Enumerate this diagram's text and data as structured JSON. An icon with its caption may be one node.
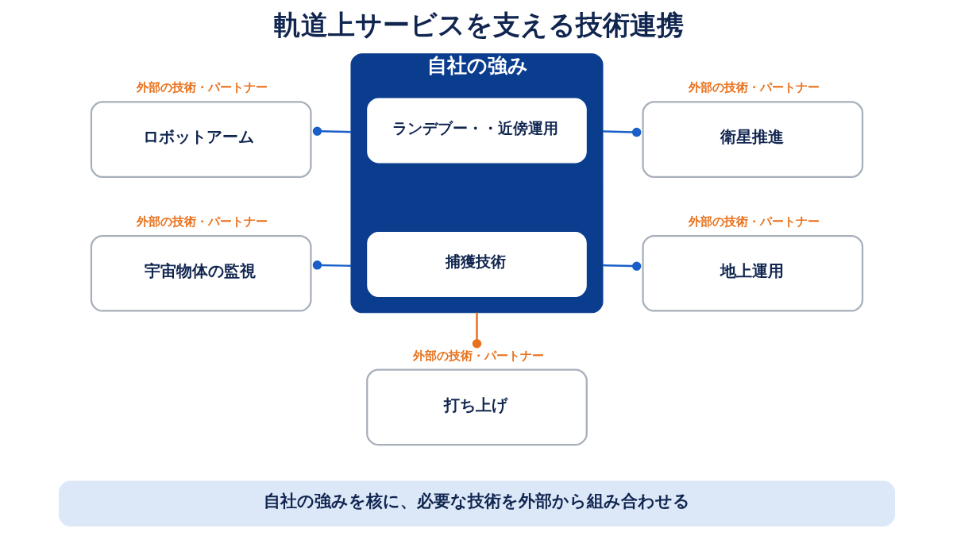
{
  "diagram": {
    "title": "軌道上サービスを支える技術連携",
    "nodes": [
      {
        "text": [
          "自社の強み"
        ]
      },
      {
        "text": [
          "ランデブー・・近傍運用"
        ],
        "in": 0
      },
      {
        "text": [
          "捕獲技術"
        ],
        "in": 0
      },
      {
        "text": [
          "ロボットアーム"
        ],
        "beside": [
          "外部の技術・パートナー"
        ]
      },
      {
        "text": [
          "衛星推進"
        ],
        "beside": [
          "外部の技術・パートナー"
        ]
      },
      {
        "text": [
          "宇宙物体の監視"
        ],
        "beside": [
          "外部の技術・パートナー"
        ]
      },
      {
        "text": [
          "地上運用"
        ],
        "beside": [
          "外部の技術・パートナー"
        ]
      },
      {
        "text": [
          "打ち上げ"
        ],
        "beside": [
          "外部の技術・パートナー"
        ]
      },
      {
        "text": [
          "自社の強みを核に、必要な技術を外部から組み合わせる"
        ]
      }
    ],
    "edges": [
      {
        "from": 0,
        "to": 3,
        "arrow": "other"
      },
      {
        "from": 0,
        "to": 4,
        "arrow": "other"
      },
      {
        "from": 0,
        "to": 5,
        "arrow": "other"
      },
      {
        "from": 0,
        "to": 6,
        "arrow": "other"
      },
      {
        "from": 0,
        "to": 7,
        "arrow": "other",
        "color": "#e8711c"
      }
    ]
  }
}
